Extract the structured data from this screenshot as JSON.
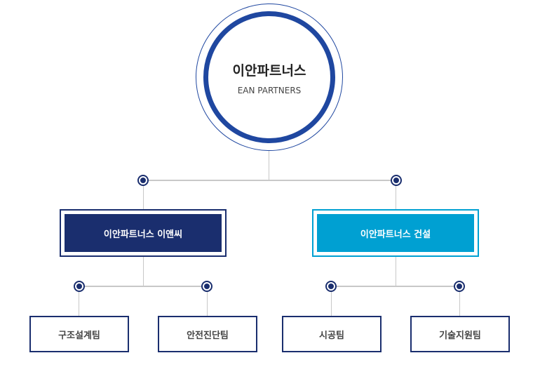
{
  "root": {
    "title": "이안파트너스",
    "subtitle": "EAN PARTNERS"
  },
  "companies": [
    {
      "name": "이안파트너스 이앤씨",
      "color": "#1a2e6e",
      "teams": [
        "구조설계팀",
        "안전진단팀"
      ]
    },
    {
      "name": "이안파트너스 건설",
      "color": "#00a0d2",
      "teams": [
        "시공팀",
        "기술지원팀"
      ]
    }
  ]
}
